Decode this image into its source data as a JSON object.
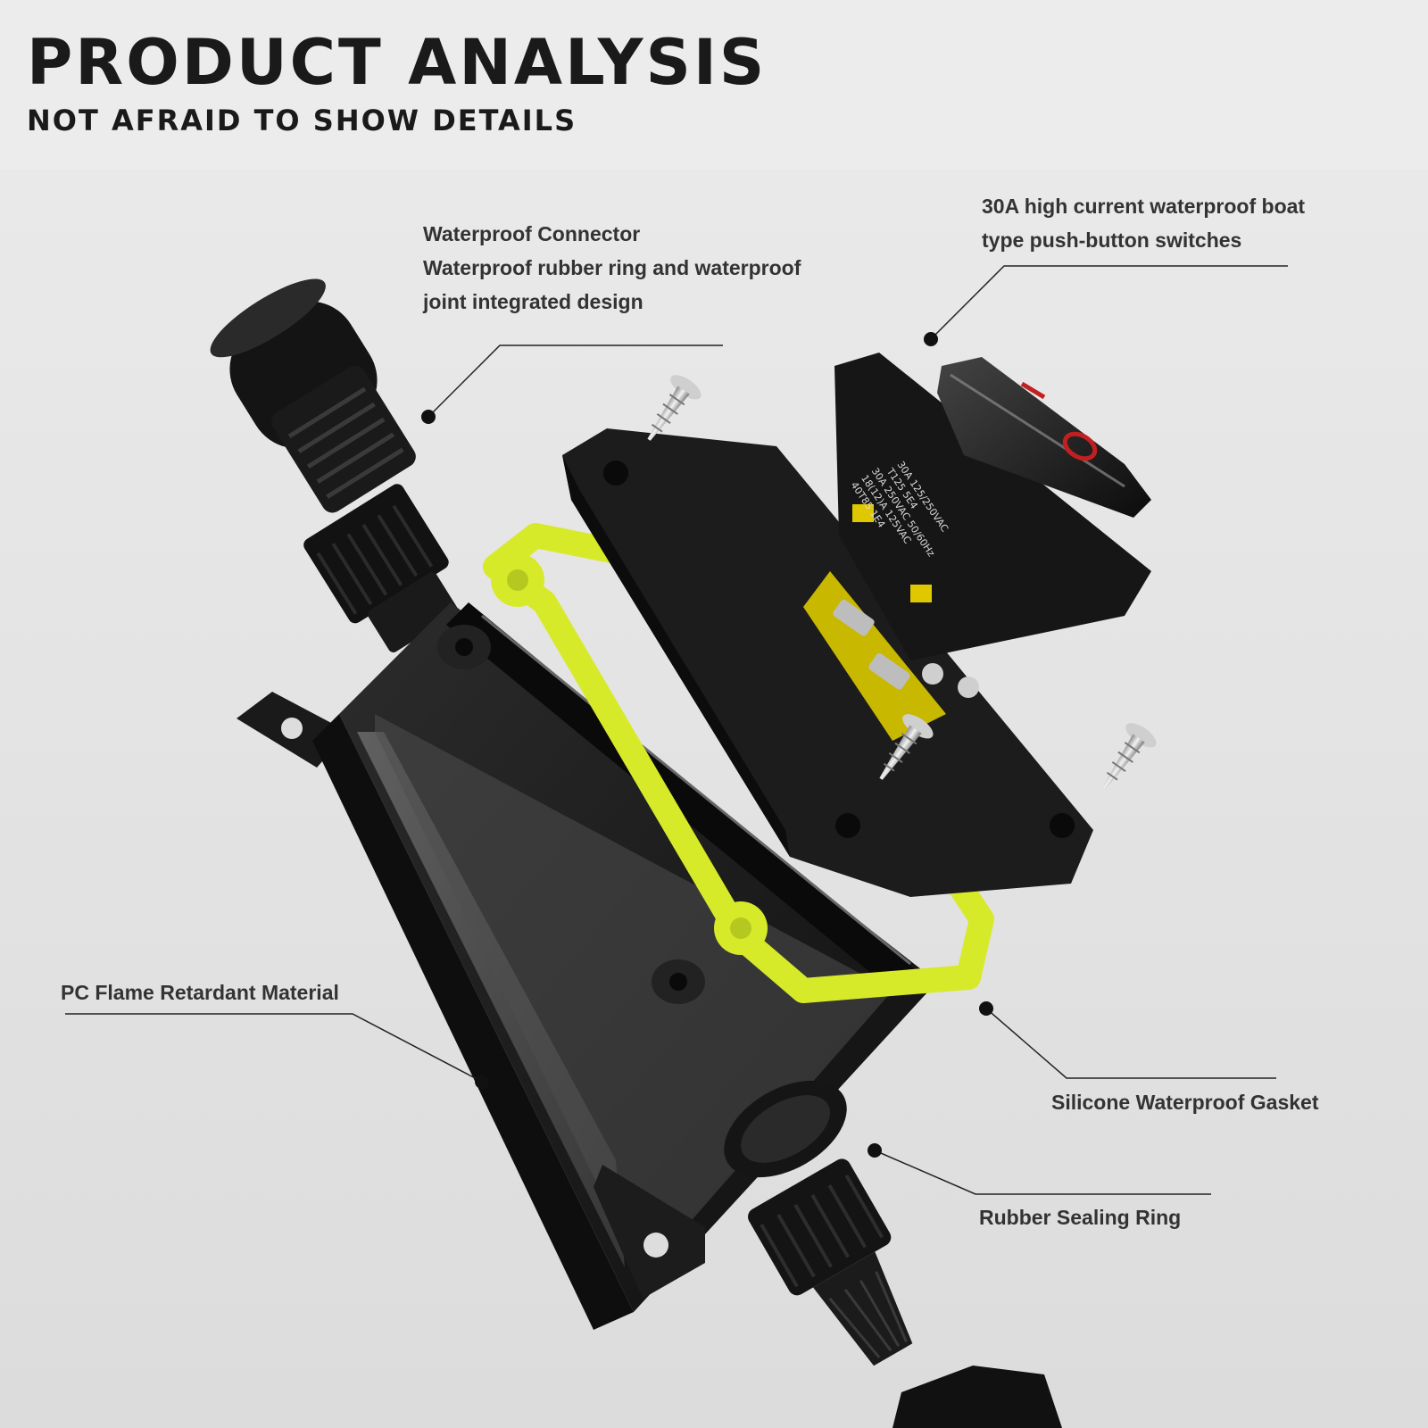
{
  "header": {
    "title": "PRODUCT ANALYSIS",
    "subtitle": "NOT AFRAID TO SHOW DETAILS"
  },
  "callouts": {
    "connector": {
      "line1": "Waterproof Connector",
      "line2": "Waterproof rubber ring and waterproof",
      "line3": "joint integrated design"
    },
    "switch": {
      "line1": "30A high current waterproof boat",
      "line2": "type push-button switches"
    },
    "material": {
      "line1": "PC Flame Retardant Material"
    },
    "gasket": {
      "line1": "Silicone Waterproof Gasket"
    },
    "sealing_ring": {
      "line1": "Rubber Sealing Ring"
    }
  },
  "switch_label": {
    "line1": "30A 125/250VAC",
    "line2": "T125 5E4",
    "line3": "30A 250VAC 50/60Hz",
    "line4": "18(12)A 125VAC",
    "line5": "40T85 1E4"
  },
  "colors": {
    "background": "#e6e6e6",
    "housing": "#1c1c1c",
    "gasket": "#d6ea2a",
    "text": "#1a1a1a"
  }
}
